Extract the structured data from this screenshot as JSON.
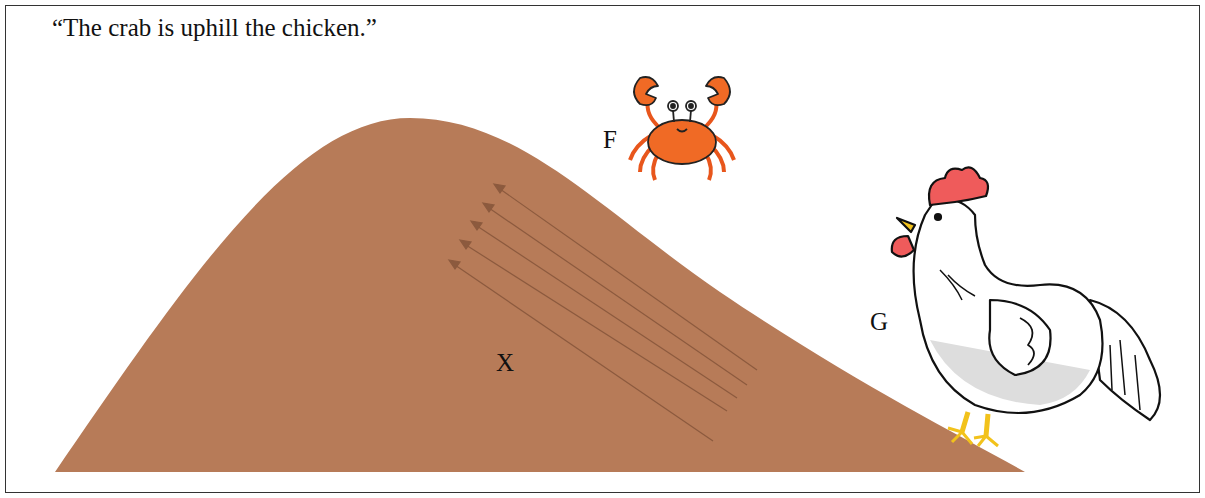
{
  "diagram": {
    "caption": "“The crab is uphill the chicken.”",
    "labels": [
      "F",
      "G",
      "X"
    ]
  }
}
